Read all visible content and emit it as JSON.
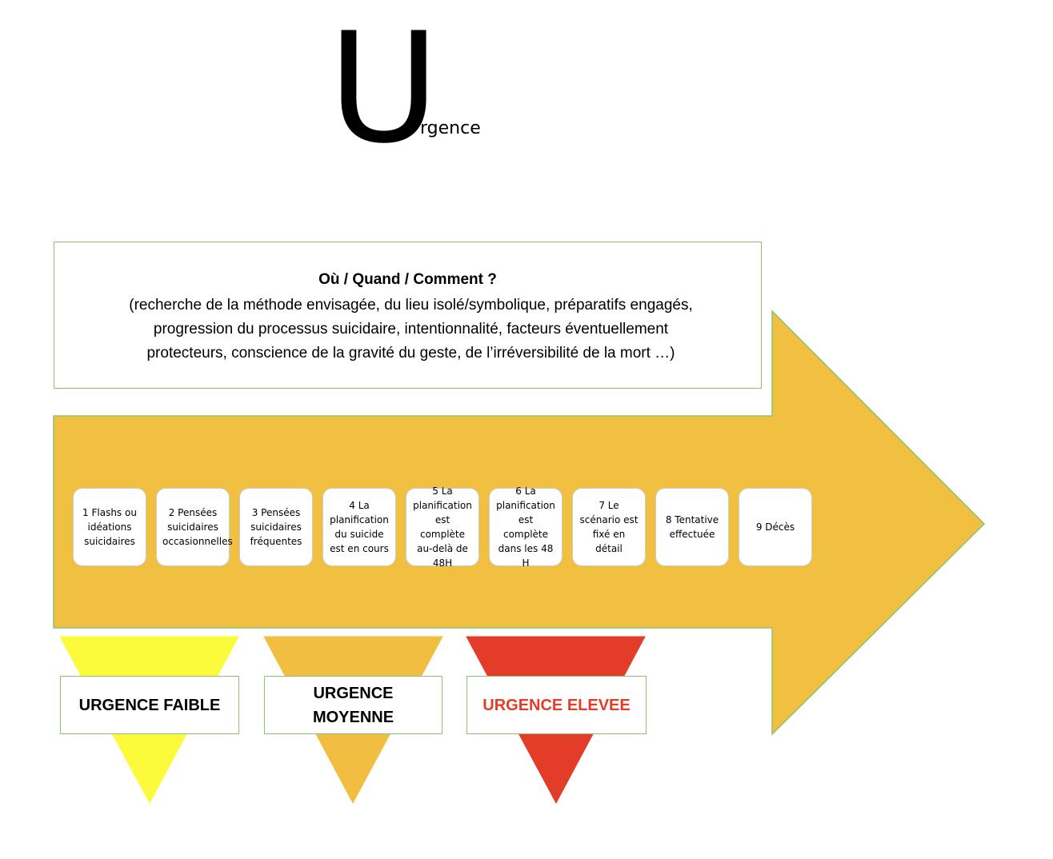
{
  "title": {
    "initial": "U",
    "rest": "rgence"
  },
  "question": {
    "title": "Où / Quand / Comment ?",
    "lines": [
      "(recherche de la méthode envisagée, du lieu isolé/symbolique, préparatifs engagés,",
      "progression du processus suicidaire, intentionnalité, facteurs éventuellement",
      "protecteurs, conscience de la gravité du geste, de l’irréversibilité de la mort …)"
    ]
  },
  "steps": [
    {
      "label": "1 Flashs ou idéations suicidaires"
    },
    {
      "label": "2 Pensées suicidaires occasionnelles"
    },
    {
      "label": "3 Pensées suicidaires fréquentes"
    },
    {
      "label": "4 La planification du suicide est en cours"
    },
    {
      "label": "5 La planification est complète au-delà de 48H"
    },
    {
      "label": "6 La planification est complète dans les 48 H"
    },
    {
      "label": "7 Le scénario est fixé en détail"
    },
    {
      "label": "8 Tentative effectuée"
    },
    {
      "label": "9 Décès"
    }
  ],
  "urgency_levels": [
    {
      "label": "URGENCE FAIBLE",
      "color": "#fbfb3c",
      "text_color": "#000000"
    },
    {
      "label": "URGENCE MOYENNE",
      "color": "#f2be41",
      "text_color": "#000000"
    },
    {
      "label": "URGENCE ELEVEE",
      "color": "#e33c28",
      "text_color": "#e33c28"
    }
  ],
  "colors": {
    "arrow": "#f2c041",
    "arrow_border": "#8fbf73",
    "box_border": "#8fbf73"
  }
}
